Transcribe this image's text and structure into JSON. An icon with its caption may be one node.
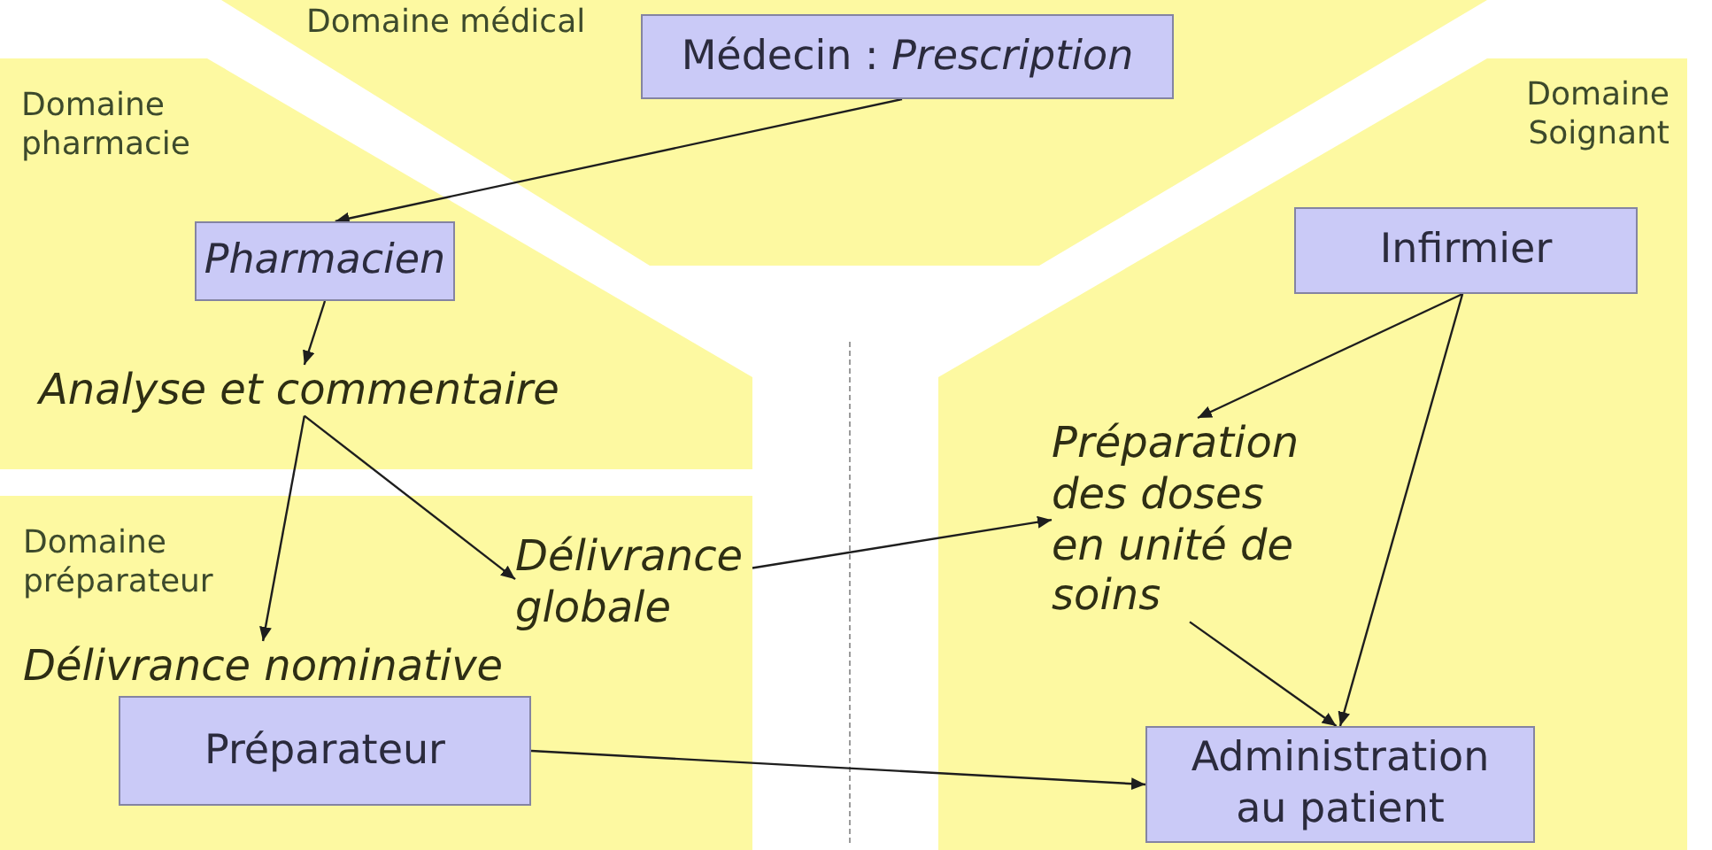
{
  "diagram": {
    "nodes": [
      {
        "text": [
          "Domaine médical"
        ]
      },
      {
        "text": [
          "Médecin : *Prescription*"
        ],
        "in": 0
      },
      {
        "text": [
          "Domaine pharmacie"
        ]
      },
      {
        "text": [
          "Pharmacien"
        ],
        "in": 2
      },
      {
        "text": [
          "Analyse et commentaire"
        ],
        "in": 2
      },
      {
        "text": [
          "Domaine Soignant"
        ]
      },
      {
        "text": [
          "Infirmier"
        ],
        "in": 5
      },
      {
        "text": [
          "Préparation des doses en unité de soins"
        ],
        "in": 5
      },
      {
        "text": [
          "Administration au patient"
        ],
        "in": 5
      },
      {
        "text": [
          "Domaine préparateur"
        ]
      },
      {
        "text": [
          "Délivrance globale"
        ],
        "in": 9
      },
      {
        "text": [
          "Délivrance nominative"
        ],
        "in": 9
      },
      {
        "text": [
          "Préparateur"
        ],
        "in": 9
      }
    ],
    "edges": [
      {
        "from": 1,
        "to": 3,
        "arrow": "to"
      },
      {
        "from": 3,
        "to": 4,
        "arrow": "to"
      },
      {
        "from": 4,
        "to": 11,
        "arrow": "to"
      },
      {
        "from": 4,
        "to": 10,
        "arrow": "to"
      },
      {
        "from": 10,
        "to": 7,
        "arrow": "to"
      },
      {
        "from": 6,
        "to": 7,
        "arrow": "to"
      },
      {
        "from": 6,
        "to": 8,
        "arrow": "to"
      },
      {
        "from": 7,
        "to": 8,
        "arrow": "to"
      },
      {
        "from": 12,
        "to": 8,
        "arrow": "to"
      }
    ]
  }
}
